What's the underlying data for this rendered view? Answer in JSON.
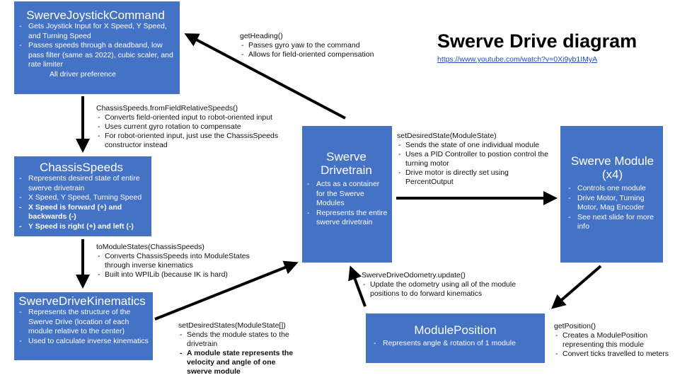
{
  "title": "Swerve Drive diagram",
  "link": "https://www.youtube.com/watch?v=0Xi9yb1IMyA",
  "colors": {
    "box_fill": "#4472c4",
    "box_text": "#ffffff",
    "arrow": "#000000",
    "link": "#1f4fbf"
  },
  "boxes": {
    "joystick": {
      "title": "SwerveJoystickCommand",
      "items": [
        "Gets Joystick Input for X Speed, Y Speed, and Turning Speed",
        "Passes speeds through a deadband, low pass filter (same as 2022), cubic scaler, and rate limiter",
        "All driver preference"
      ]
    },
    "chassis": {
      "title": "ChassisSpeeds",
      "items": [
        "Represents desired state of entire swerve drivetrain",
        "X Speed, Y Speed, Turning Speed",
        "X Speed is forward (+) and backwards (-)",
        "Y Speed is right (+) and left (-)"
      ]
    },
    "kinematics": {
      "title": "SwerveDriveKinematics",
      "items": [
        "Represents the structure of the Swerve Drive (location of each module relative to the center)",
        "Used to calculate inverse kinematics"
      ]
    },
    "drivetrain": {
      "title_line1": "Swerve",
      "title_line2": "Drivetrain",
      "items": [
        "Acts as a container for the Swerve Modules",
        "Represents the entire swerve drivetrain"
      ]
    },
    "module": {
      "title_line1": "Swerve Module",
      "title_line2": "(x4)",
      "items": [
        "Controls one module",
        "Drive Motor, Turning Motor, Mag Encoder",
        "See next slide for more info"
      ]
    },
    "position": {
      "title": "ModulePosition",
      "items": [
        "Represents angle & rotation of 1 module"
      ]
    }
  },
  "annotations": {
    "get_heading": {
      "method": "getHeading()",
      "items": [
        "Passes gyro yaw to the command",
        "Allows for field-oriented compensation"
      ]
    },
    "from_field": {
      "method": "ChassisSpeeds.fromFieldRelativeSpeeds()",
      "items": [
        "Converts field-oriented input to robot-oriented input",
        "Uses current gyro rotation to compensate",
        "For robot-oriented input, just use the ChassisSpeeds constructor instead"
      ]
    },
    "to_module_states": {
      "method": "toModuleStates(ChassisSpeeds)",
      "items": [
        "Converts ChassisSpeeds into ModuleStates through inverse kinematics",
        "Built into WPILib (because IK is hard)"
      ]
    },
    "set_desired_states": {
      "method": "setDesiredStates(ModuleState[])",
      "items": [
        "Sends the module states to the drivetrain",
        "A module state represents the velocity and angle of one swerve module"
      ]
    },
    "set_desired_state": {
      "method": "setDesiredState(ModuleState)",
      "items": [
        "Sends the state of one individual module",
        "Uses a PID Controller to postion control the turning motor",
        "Drive motor is directly set using PercentOutput"
      ]
    },
    "odometry_update": {
      "method": "SwerveDriveOdometry.update()",
      "items": [
        "Update the odometry using all of the module positions to do forward kinematics"
      ]
    },
    "get_position": {
      "method": "getPosition()",
      "items": [
        "Creates a ModulePosition representing this module",
        "Convert ticks travelled to meters"
      ]
    }
  }
}
